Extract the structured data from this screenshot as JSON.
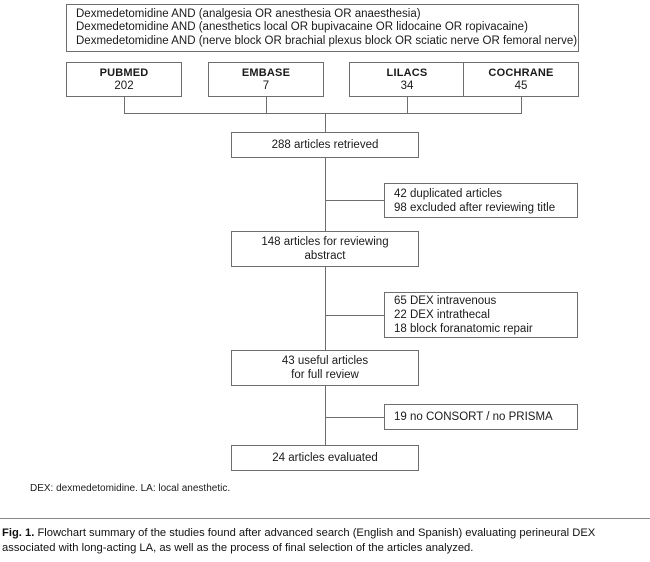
{
  "figure": {
    "query_box": {
      "lines": [
        "Dexmedetomidine AND (analgesia OR anesthesia OR anaesthesia)",
        "Dexmedetomidine AND (anesthetics local OR bupivacaine OR lidocaine OR ropivacaine)",
        "Dexmedetomidine AND (nerve block OR brachial plexus block OR sciatic nerve OR femoral nerve)"
      ]
    },
    "databases": [
      {
        "name": "PUBMED",
        "count": "202"
      },
      {
        "name": "EMBASE",
        "count": "7"
      },
      {
        "name": "LILACS",
        "count": "34"
      },
      {
        "name": "COCHRANE",
        "count": "45"
      }
    ],
    "stages": [
      {
        "lines": [
          "288 articles retrieved"
        ]
      },
      {
        "lines": [
          "148 articles for reviewing",
          "abstract"
        ]
      },
      {
        "lines": [
          "43 useful articles",
          "for full review"
        ]
      },
      {
        "lines": [
          "24 articles evaluated"
        ]
      }
    ],
    "exclusions": [
      {
        "lines": [
          "42 duplicated articles",
          "98 excluded after reviewing title"
        ]
      },
      {
        "lines": [
          "65 DEX intravenous",
          "22 DEX intrathecal",
          "18 block foranatomic repair"
        ]
      },
      {
        "lines": [
          "19 no CONSORT / no PRISMA"
        ]
      }
    ],
    "footnote": "DEX: dexmedetomidine. LA: local anesthetic.",
    "caption": {
      "label": "Fig. 1.",
      "text": "Flowchart summary of the studies found after advanced search (English and Spanish) evaluating perineural DEX associated with long-acting LA, as well as the process of final selection of the articles analyzed."
    },
    "colors": {
      "border": "#6e6e6e",
      "text": "#1a1a1a",
      "background": "#ffffff",
      "rule": "#8a8a8a"
    }
  }
}
